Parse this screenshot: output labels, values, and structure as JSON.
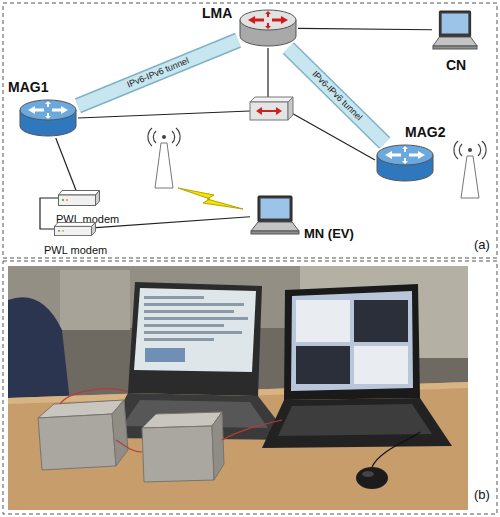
{
  "diagram": {
    "nodes": [
      {
        "text": [
          "LMA"
        ]
      },
      {
        "text": [
          "CN"
        ]
      },
      {
        "text": [
          "MAG1"
        ]
      },
      {
        "text": [
          "MAG2"
        ]
      },
      {
        "text": [
          "PWL modem"
        ]
      },
      {
        "text": [
          "PWL modem"
        ]
      },
      {
        "text": [
          "MN (EV)"
        ]
      }
    ],
    "edges": [
      {
        "from": 0,
        "to": 2,
        "label": "IPv6-IPv6 tunnel",
        "arrow": "none"
      },
      {
        "from": 0,
        "to": 3,
        "label": "IPv6-IPv6 tunnel",
        "arrow": "none"
      },
      {
        "from": 0,
        "to": 1,
        "arrow": "none"
      },
      {
        "from": 2,
        "to": 4,
        "arrow": "none"
      },
      {
        "from": 4,
        "to": 5,
        "arrow": "none"
      },
      {
        "from": 5,
        "to": 6,
        "arrow": "none"
      }
    ],
    "labels": [
      "(a)",
      "(b)"
    ]
  }
}
